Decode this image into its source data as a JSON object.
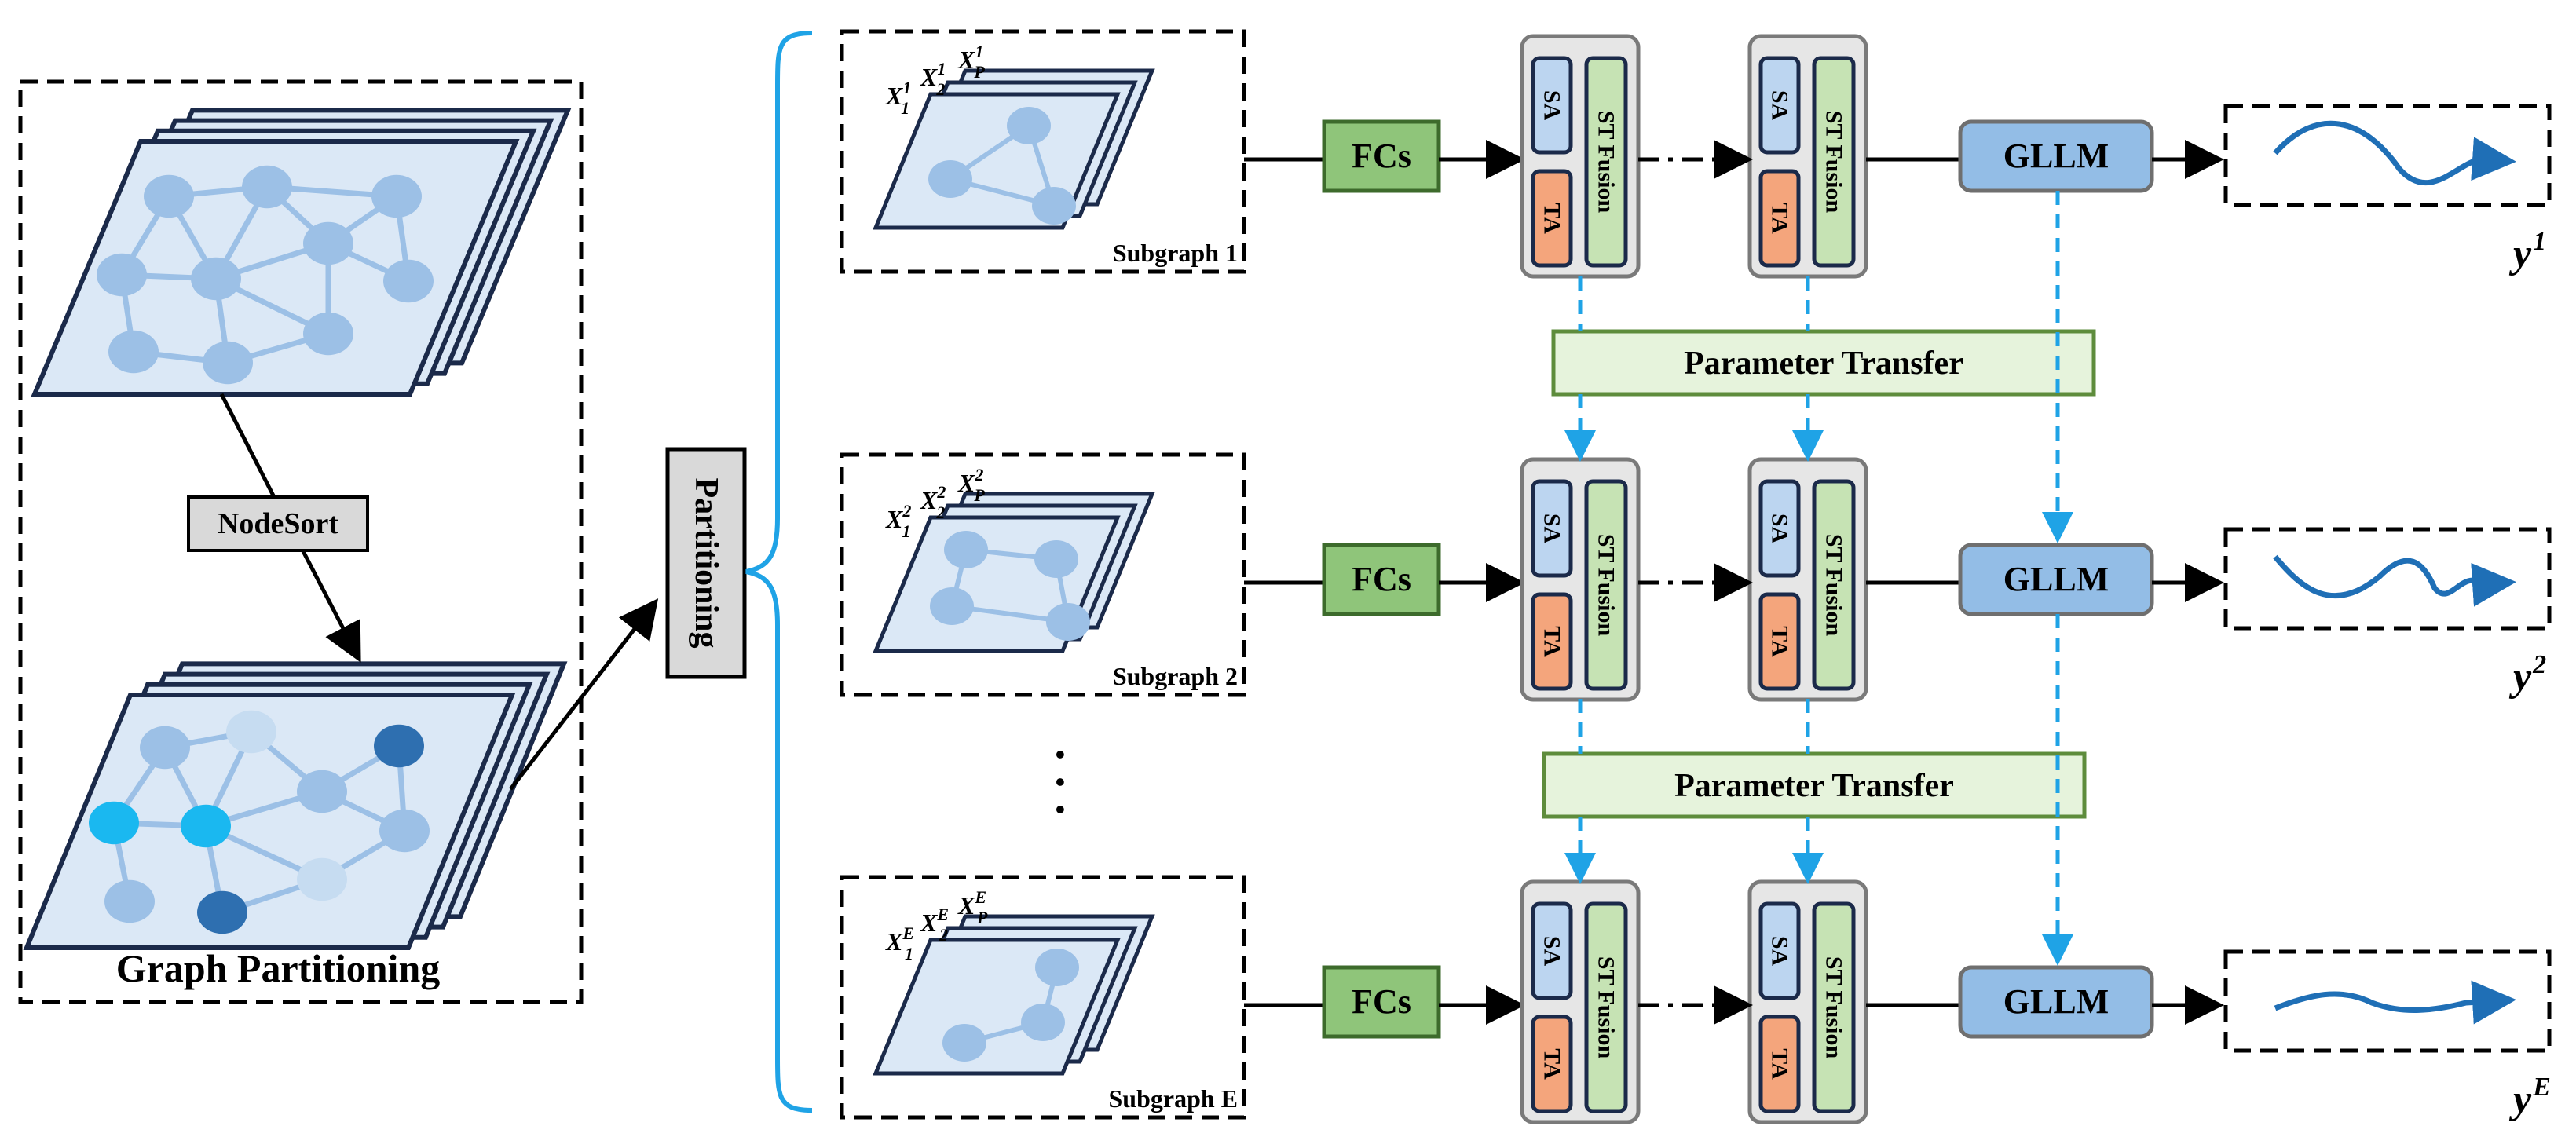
{
  "graph_panel": {
    "sort_label": "NodeSort",
    "title": "Graph Partitioning"
  },
  "partition_label": "Partitioning",
  "ellipsis": "· · ·",
  "rows": [
    {
      "subgraph_label": "Subgraph 1",
      "sup": "1",
      "output": "1",
      "fcs": "FCs",
      "sa": "SA",
      "ta": "TA",
      "fusion": "ST Fusion",
      "gllm": "GLLM"
    },
    {
      "subgraph_label": "Subgraph 2",
      "sup": "2",
      "output": "2",
      "fcs": "FCs",
      "sa": "SA",
      "ta": "TA",
      "fusion": "ST Fusion",
      "gllm": "GLLM"
    },
    {
      "subgraph_label": "Subgraph E",
      "sup": "E",
      "output": "E",
      "fcs": "FCs",
      "sa": "SA",
      "ta": "TA",
      "fusion": "ST Fusion",
      "gllm": "GLLM"
    }
  ],
  "x_symbols": {
    "base": "X",
    "sub1": "1",
    "sub2": "2",
    "subP": "P"
  },
  "y_symbol": "y",
  "transfer_labels": [
    "Parameter Transfer",
    "Parameter Transfer"
  ],
  "colors": {
    "node_light": "#9cc0e6",
    "node_pale": "#c6dcf1",
    "node_dark": "#2e6fb0",
    "node_cyan": "#1ab8f0",
    "sheet_fill": "#dbe8f6",
    "sheet_stroke": "#1b2a4a",
    "fcs_fill": "#8fc57a",
    "fcs_stroke": "#3d6b2c",
    "sa_fill": "#bcd5f0",
    "ta_fill": "#f4a57c",
    "fusion_fill": "#c6e3b4",
    "gllm_fill": "#93bde6",
    "transfer_fill": "#e6f3dc",
    "transfer_stroke": "#5e8c3c",
    "arrow_dash": "#1fa3e6",
    "brace": "#1fa3e6",
    "wave": "#1f6fb6"
  }
}
